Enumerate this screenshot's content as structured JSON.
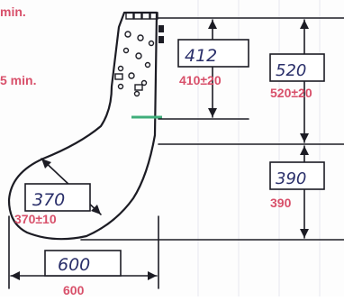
{
  "notes": {
    "top": "min.",
    "middle": "5 min."
  },
  "dimensions": {
    "top": {
      "handwritten": "412",
      "spec": "410±20"
    },
    "right_total": {
      "handwritten": "520",
      "spec": "520±20"
    },
    "right_lower": {
      "handwritten": "390",
      "spec": "390"
    },
    "throat": {
      "handwritten": "370",
      "spec": "370±10"
    },
    "width": {
      "handwritten": "600",
      "spec": "600"
    }
  },
  "colors": {
    "ink": "#1c1c24",
    "spec_text": "#d8506a",
    "handwriting": "#2a2f6a",
    "marker": "#3fae7a",
    "grid": "#e6e6ea"
  }
}
